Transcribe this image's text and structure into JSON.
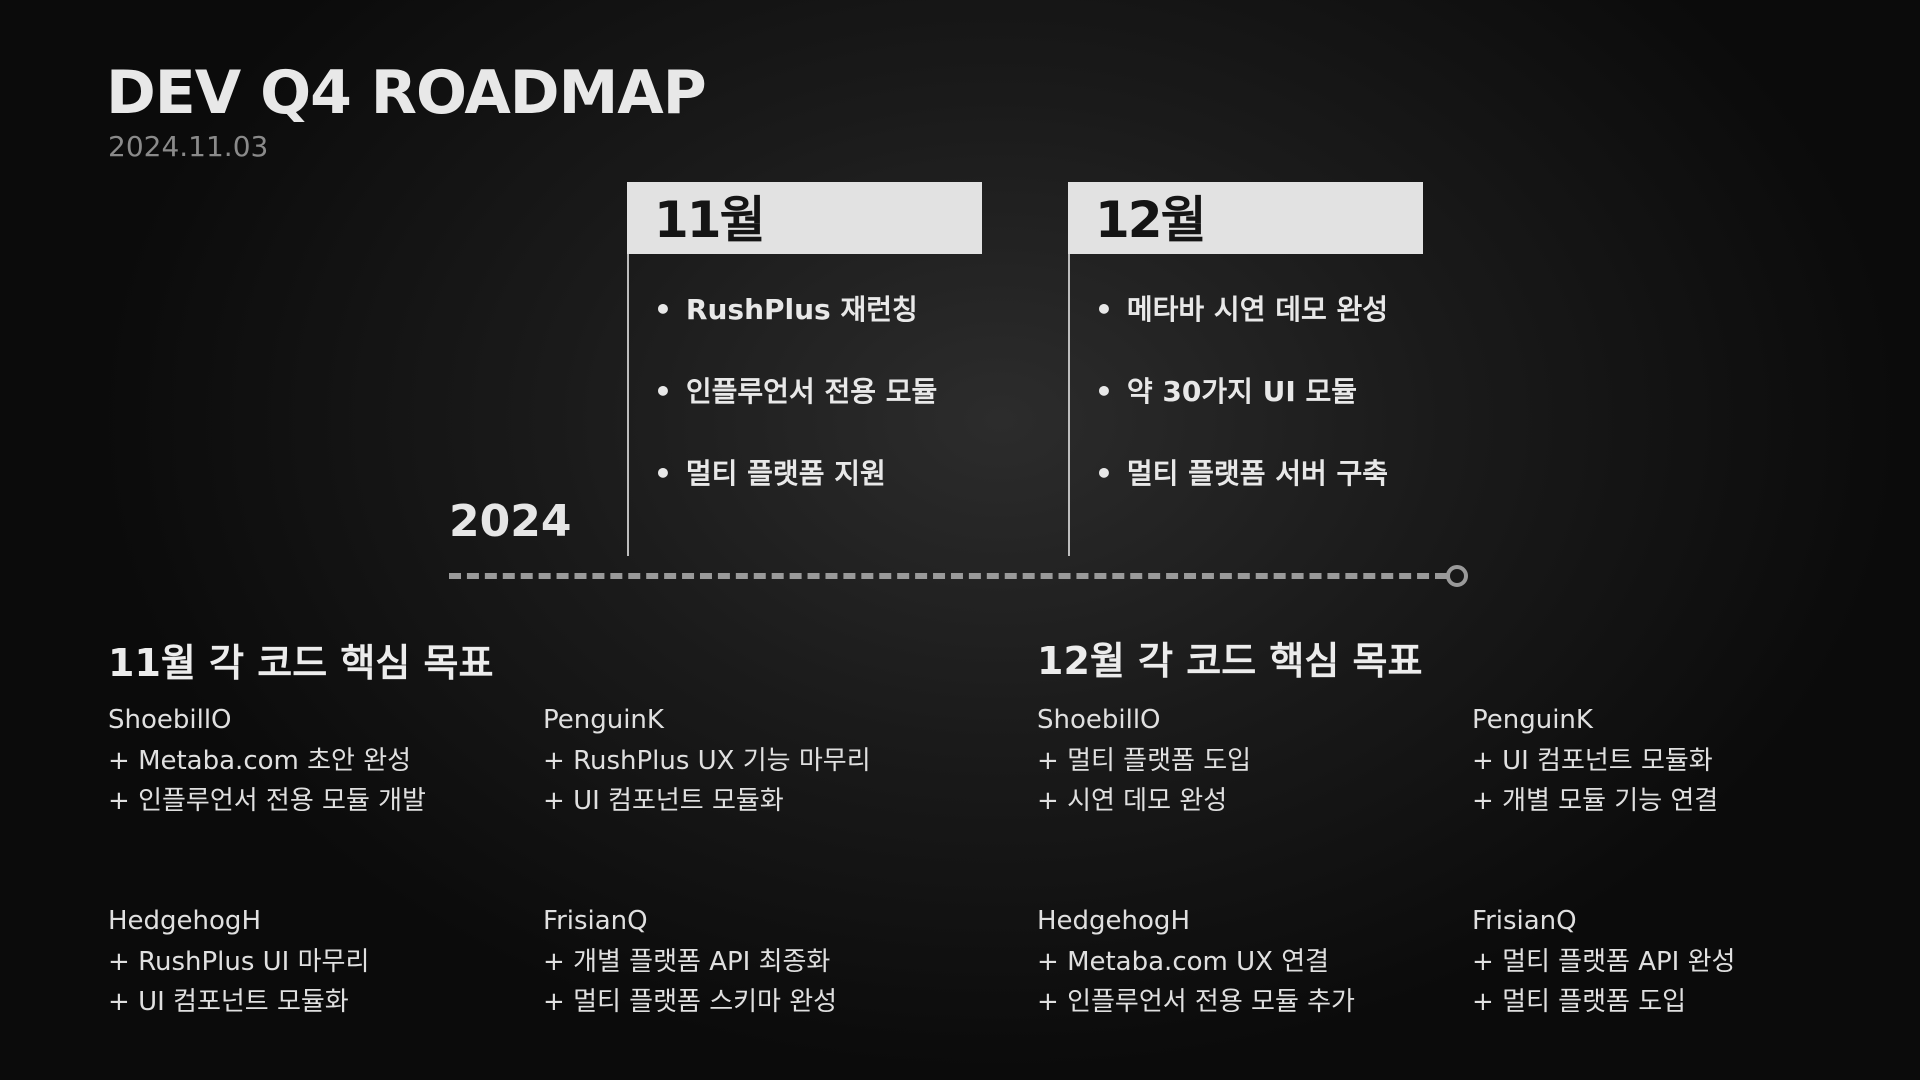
{
  "header": {
    "title": "DEV Q4 ROADMAP",
    "date": "2024.11.03"
  },
  "timeline": {
    "year": "2024",
    "months": [
      {
        "label": "11월",
        "items": [
          "RushPlus 재런칭",
          "인플루언서 전용 모듈",
          "멀티 플랫폼 지원"
        ]
      },
      {
        "label": "12월",
        "items": [
          "메타바 시연 데모 완성",
          "약 30가지 UI 모듈",
          "멀티 플랫폼 서버 구축"
        ]
      }
    ]
  },
  "goals": [
    {
      "heading": "11월 각 코드 핵심 목표",
      "teams": [
        {
          "name": "ShoebillO",
          "items": [
            "Metaba.com 초안 완성",
            "인플루언서 전용 모듈 개발"
          ]
        },
        {
          "name": "PenguinK",
          "items": [
            "RushPlus UX 기능 마무리",
            "UI 컴포넌트 모듈화"
          ]
        },
        {
          "name": "HedgehogH",
          "items": [
            "RushPlus UI 마무리",
            "UI 컴포넌트 모듈화"
          ]
        },
        {
          "name": "FrisianQ",
          "items": [
            "개별 플랫폼 API 최종화",
            "멀티 플랫폼 스키마 완성"
          ]
        }
      ]
    },
    {
      "heading": "12월 각 코드 핵심 목표",
      "teams": [
        {
          "name": "ShoebillO",
          "items": [
            "멀티 플랫폼 도입",
            "시연 데모 완성"
          ]
        },
        {
          "name": "PenguinK",
          "items": [
            "UI 컴포넌트 모듈화",
            "개별 모듈 기능 연결"
          ]
        },
        {
          "name": "HedgehogH",
          "items": [
            "Metaba.com UX 연결",
            "인플루언서 전용 모듈 추가"
          ]
        },
        {
          "name": "FrisianQ",
          "items": [
            "멀티 플랫폼 API 완성",
            "멀티 플랫폼 도입"
          ]
        }
      ]
    }
  ]
}
